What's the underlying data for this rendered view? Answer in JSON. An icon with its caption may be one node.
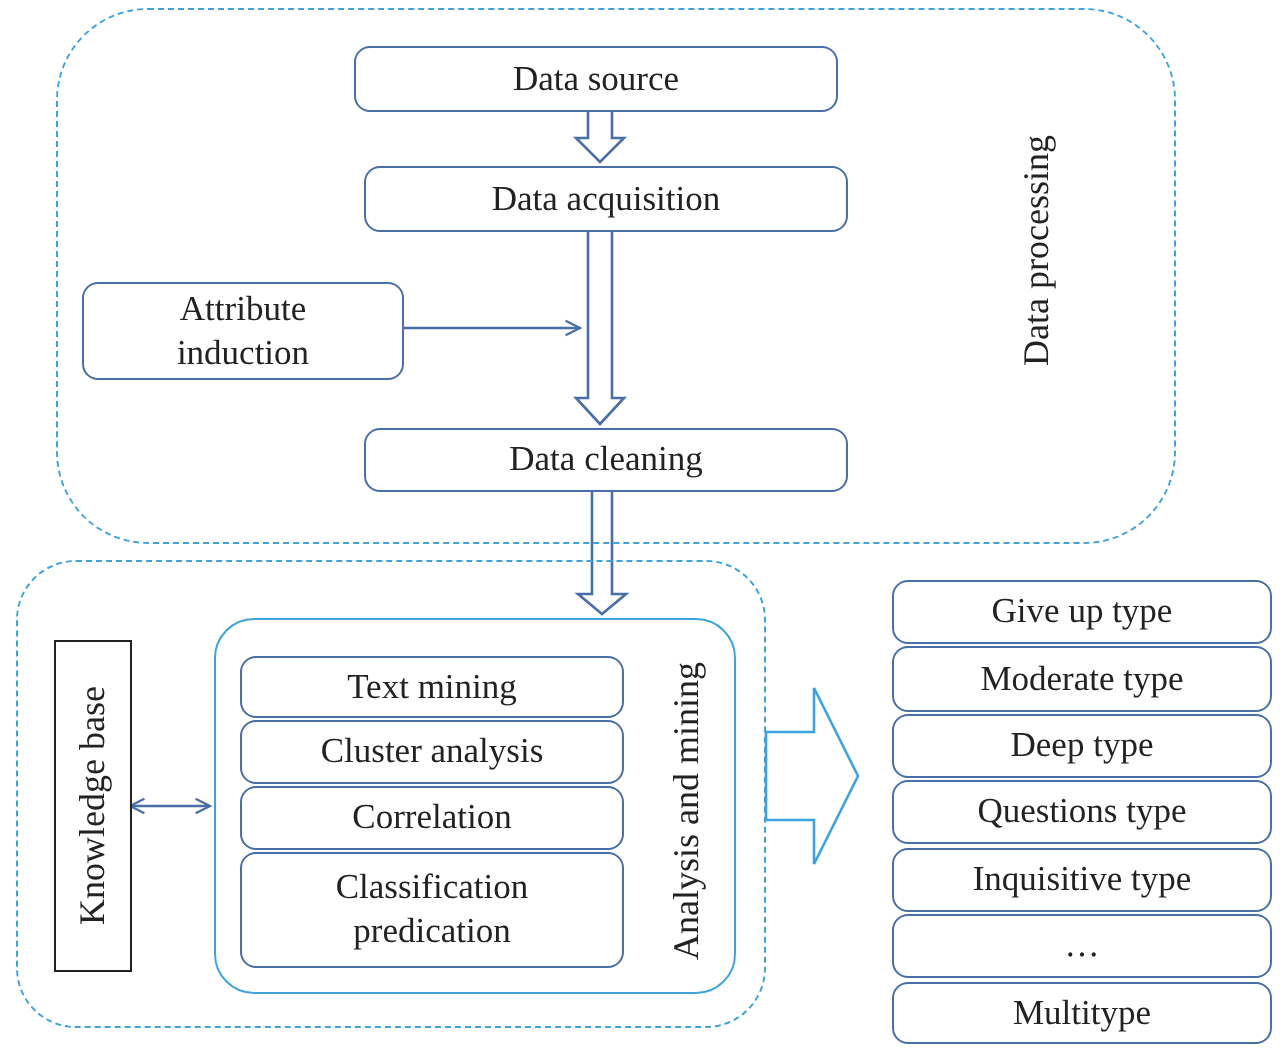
{
  "diagram": {
    "nodes": [
      {
        "text": [
          "Data processing"
        ]
      },
      {
        "text": [
          "Data source"
        ],
        "in": 0
      },
      {
        "text": [
          "Data acquisition"
        ],
        "in": 0
      },
      {
        "text": [
          "Attribute induction"
        ],
        "in": 0
      },
      {
        "text": [
          "Data cleaning"
        ],
        "in": 0
      },
      {
        "text": [],
        "shape": "box"
      },
      {
        "text": [
          "Knowledge base"
        ],
        "in": 5
      },
      {
        "text": [
          "Analysis and mining"
        ],
        "in": 5
      },
      {
        "text": [
          "Text mining"
        ],
        "in": 7
      },
      {
        "text": [
          "Cluster analysis"
        ],
        "in": 7
      },
      {
        "text": [
          "Correlation"
        ],
        "in": 7
      },
      {
        "text": [
          "Classification predication"
        ],
        "in": 7
      },
      {
        "text": [
          "Give up type"
        ]
      },
      {
        "text": [
          "Moderate type"
        ]
      },
      {
        "text": [
          "Deep type"
        ]
      },
      {
        "text": [
          "Questions type"
        ]
      },
      {
        "text": [
          "Inquisitive type"
        ]
      },
      {
        "text": [
          "…"
        ]
      },
      {
        "text": [
          "Multitype"
        ]
      }
    ],
    "edges": [
      {
        "from": 1,
        "to": 2,
        "arrow": "to"
      },
      {
        "from": 2,
        "to": 4,
        "arrow": "to"
      },
      {
        "from": 3,
        "to": null,
        "arrow": "to"
      },
      {
        "from": 4,
        "to": 7,
        "arrow": "to"
      },
      {
        "from": 6,
        "to": 7,
        "arrow": "both"
      },
      {
        "from": 5,
        "to": null,
        "arrow": "to",
        "color": "#3ea3dc"
      }
    ]
  }
}
